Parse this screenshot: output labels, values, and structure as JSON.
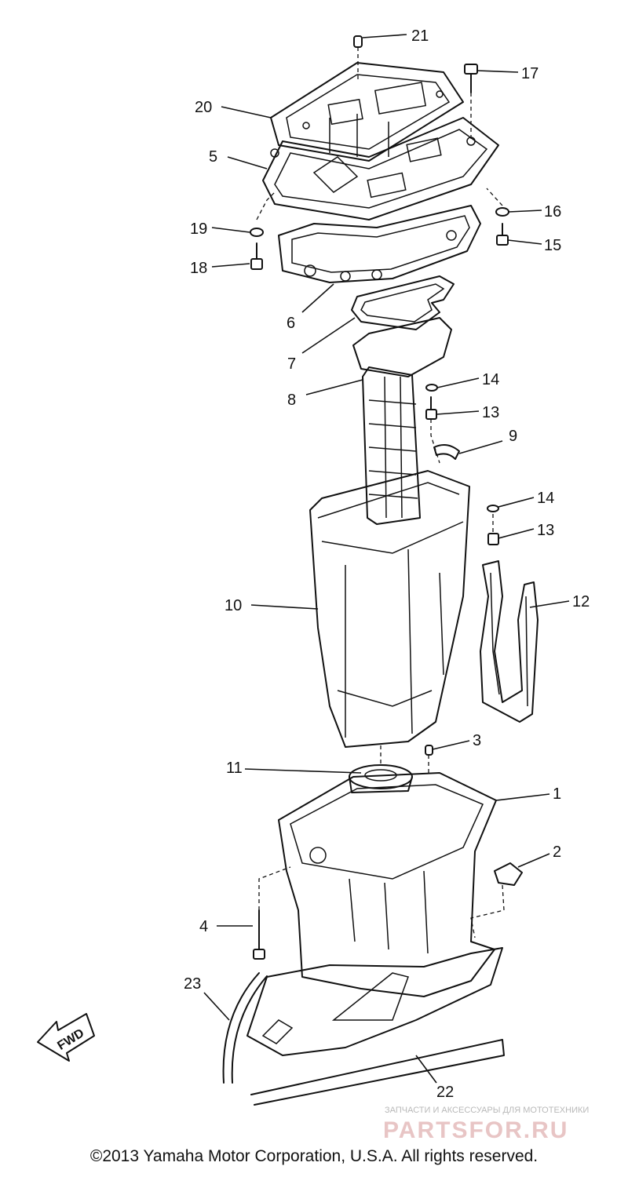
{
  "callouts": [
    {
      "id": "21",
      "label": "21"
    },
    {
      "id": "17",
      "label": "17"
    },
    {
      "id": "20",
      "label": "20"
    },
    {
      "id": "5",
      "label": "5"
    },
    {
      "id": "16",
      "label": "16"
    },
    {
      "id": "19",
      "label": "19"
    },
    {
      "id": "15",
      "label": "15"
    },
    {
      "id": "18",
      "label": "18"
    },
    {
      "id": "6",
      "label": "6"
    },
    {
      "id": "7",
      "label": "7"
    },
    {
      "id": "8",
      "label": "8"
    },
    {
      "id": "14a",
      "label": "14"
    },
    {
      "id": "13a",
      "label": "13"
    },
    {
      "id": "9",
      "label": "9"
    },
    {
      "id": "14b",
      "label": "14"
    },
    {
      "id": "13b",
      "label": "13"
    },
    {
      "id": "10",
      "label": "10"
    },
    {
      "id": "12",
      "label": "12"
    },
    {
      "id": "3",
      "label": "3"
    },
    {
      "id": "11",
      "label": "11"
    },
    {
      "id": "1",
      "label": "1"
    },
    {
      "id": "2",
      "label": "2"
    },
    {
      "id": "4",
      "label": "4"
    },
    {
      "id": "23",
      "label": "23"
    },
    {
      "id": "22",
      "label": "22"
    }
  ],
  "fwd_label": "FWD",
  "watermark": {
    "tagline": "ЗАПЧАСТИ И АКСЕССУАРЫ ДЛЯ МОТОТЕХНИКИ",
    "brand": "PARTSFOR.RU",
    "color": "#e8c5c5"
  },
  "copyright": "©2013 Yamaha Motor Corporation, U.S.A. All rights reserved."
}
